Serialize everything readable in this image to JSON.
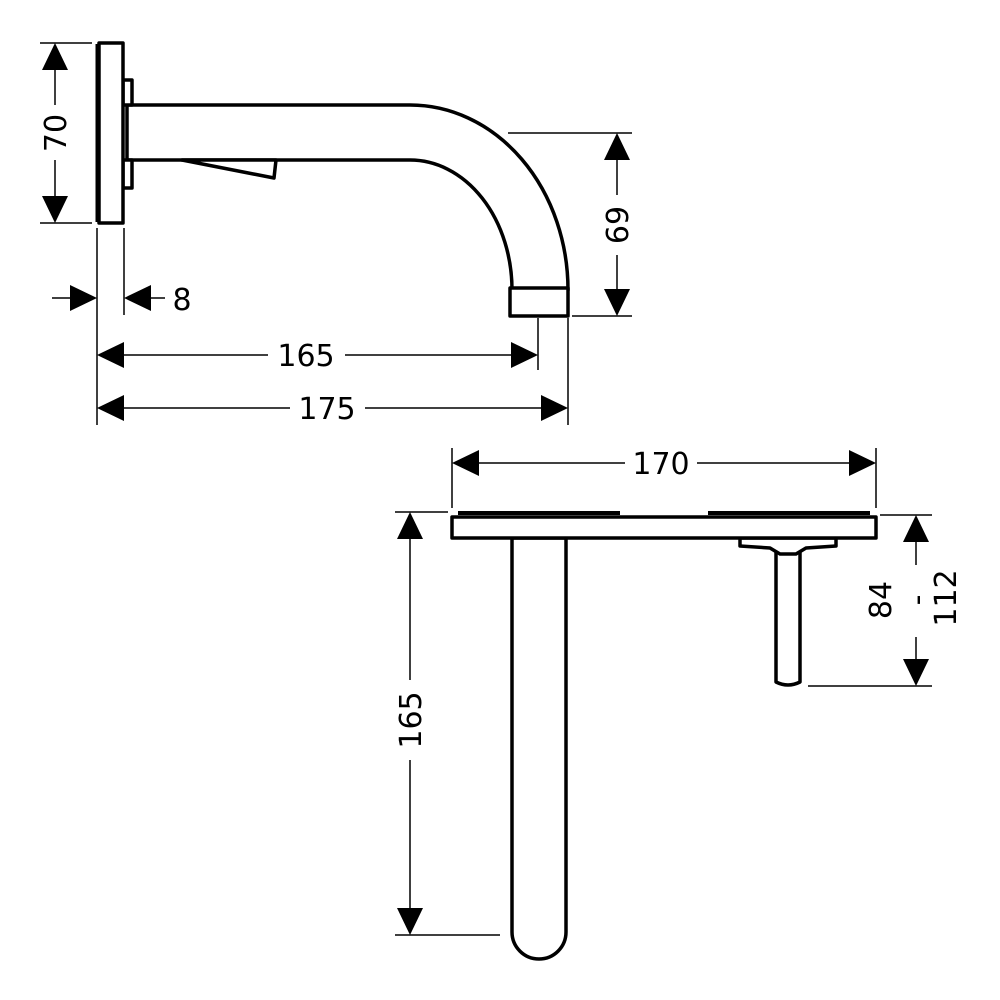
{
  "side_view": {
    "dimensions": {
      "plate_height": "70",
      "spout_drop": "69",
      "plate_thickness": "8",
      "projection_short": "165",
      "projection_long": "175"
    }
  },
  "top_view": {
    "dimensions": {
      "plate_width": "170",
      "spout_length": "165",
      "handle_min": "84",
      "range_separator": "-",
      "handle_max": "112"
    }
  },
  "colors": {
    "line": "#000000",
    "background": "#ffffff"
  }
}
